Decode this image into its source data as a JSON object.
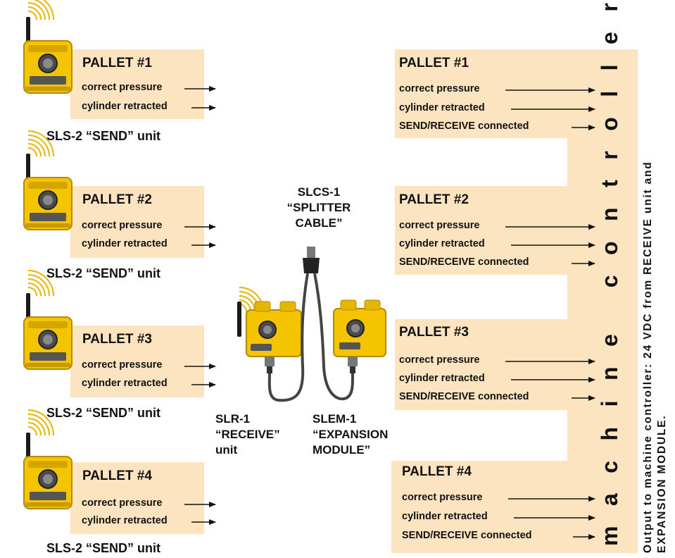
{
  "pallets_left": [
    {
      "title": "PALLET #1",
      "signals": [
        "correct pressure",
        "cylinder retracted"
      ],
      "caption": "SLS-2 “SEND” unit"
    },
    {
      "title": "PALLET #2",
      "signals": [
        "correct pressure",
        "cylinder retracted"
      ],
      "caption": "SLS-2 “SEND” unit"
    },
    {
      "title": "PALLET #3",
      "signals": [
        "correct pressure",
        "cylinder retracted"
      ],
      "caption": "SLS-2 “SEND” unit"
    },
    {
      "title": "PALLET #4",
      "signals": [
        "correct pressure",
        "cylinder retracted"
      ],
      "caption": "SLS-2 “SEND” unit"
    }
  ],
  "pallets_right": [
    {
      "title": "PALLET #1",
      "signals": [
        "correct pressure",
        "cylinder retracted",
        "SEND/RECEIVE connected"
      ]
    },
    {
      "title": "PALLET #2",
      "signals": [
        "correct pressure",
        "cylinder retracted",
        "SEND/RECEIVE connected"
      ]
    },
    {
      "title": "PALLET #3",
      "signals": [
        "correct pressure",
        "cylinder retracted",
        "SEND/RECEIVE connected"
      ]
    },
    {
      "title": "PALLET #4",
      "signals": [
        "correct pressure",
        "cylinder retracted",
        "SEND/RECEIVE connected"
      ]
    }
  ],
  "splitter": {
    "line1": "SLCS-1",
    "line2": "“SPLITTER",
    "line3": "CABLE”"
  },
  "receive": {
    "line1": "SLR-1",
    "line2": "“RECEIVE”",
    "line3": "unit"
  },
  "expansion": {
    "line1": "SLEM-1",
    "line2": "“EXPANSION",
    "line3": "MODULE”"
  },
  "controller_label": "machine controller",
  "output_note": {
    "line1": "Output to machine controller:  24 VDC from RECEIVE unit and",
    "line2": "EXPANSION MODULE."
  },
  "colors": {
    "panel": "#fde4c1",
    "device": "#f5c400",
    "device_dark": "#c99a00",
    "signal_arcs": "#e8b400"
  },
  "icons": [
    "wireless-device-icon",
    "wifi-signal-icon",
    "splitter-cable-icon"
  ]
}
